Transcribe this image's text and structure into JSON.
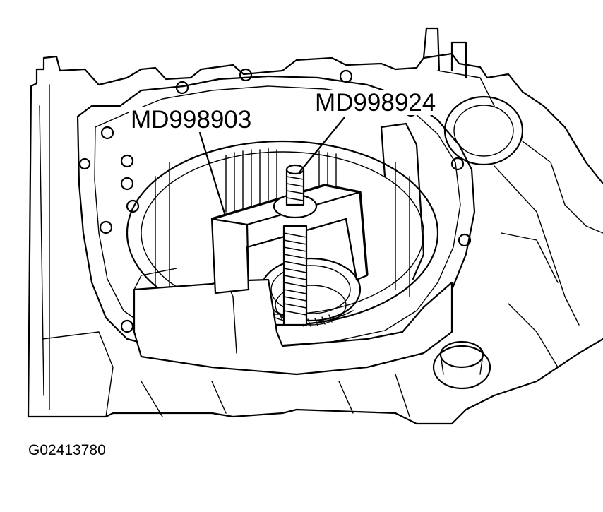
{
  "callouts": {
    "tool_a": "MD998903",
    "tool_b": "MD998924"
  },
  "figure_code": "G02413780"
}
